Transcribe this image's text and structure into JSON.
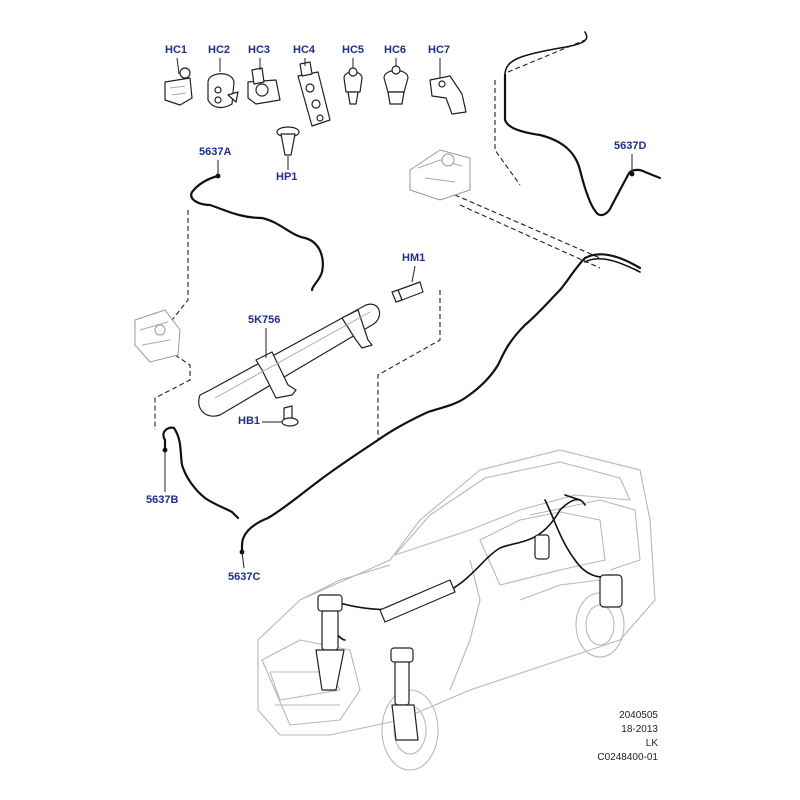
{
  "labels": {
    "hc1": "HC1",
    "hc2": "HC2",
    "hc3": "HC3",
    "hc4": "HC4",
    "hc5": "HC5",
    "hc6": "HC6",
    "hc7": "HC7",
    "hp1": "HP1",
    "hm1": "HM1",
    "k756": "5K756",
    "hb1": "HB1",
    "p5637a": "5637A",
    "p5637b": "5637B",
    "p5637c": "5637C",
    "p5637d": "5637D"
  },
  "footer": {
    "code": "2040505",
    "date": "18-2013",
    "initials": "LK",
    "ref": "C0248400-01"
  },
  "colors": {
    "label": "#1c2f8f",
    "line": "#111111",
    "ghost": "#b8b8b8"
  }
}
